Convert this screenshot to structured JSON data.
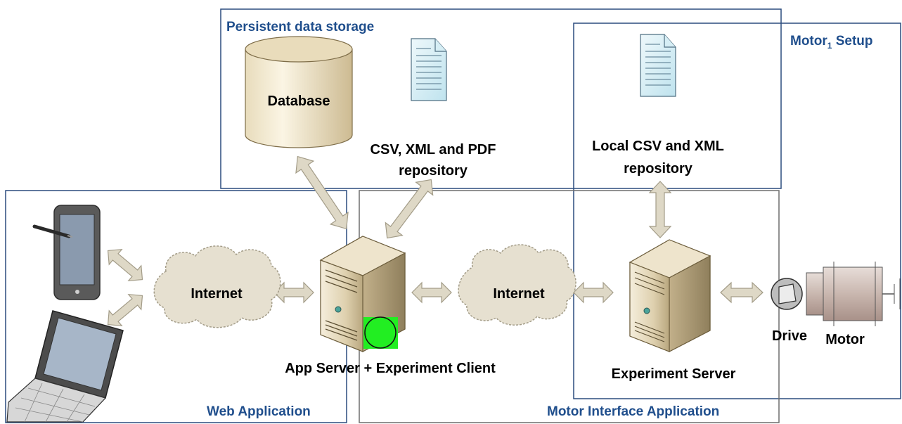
{
  "groups": {
    "persistent": {
      "title": "Persistent data storage"
    },
    "motor_setup": {
      "title": "Motor",
      "subscript": "1",
      "title_suffix": " Setup"
    },
    "web_app": {
      "title": "Web Application"
    },
    "motor_interface": {
      "title": "Motor Interface Application"
    }
  },
  "nodes": {
    "database": {
      "label": "Database"
    },
    "csv_repo": {
      "line1": "CSV, XML and PDF",
      "line2": "repository"
    },
    "local_repo": {
      "line1": "Local CSV and XML",
      "line2": "repository"
    },
    "internet_left": {
      "label": "Internet"
    },
    "internet_right": {
      "label": "Internet"
    },
    "app_server": {
      "label": "App Server + Experiment Client"
    },
    "experiment_server": {
      "label": "Experiment Server"
    },
    "drive": {
      "label": "Drive"
    },
    "motor": {
      "label": "Motor"
    }
  },
  "colors": {
    "group_border_blue": "#2b4c7e",
    "group_border_gray": "#6e6e6e",
    "group_title": "#1f4e8c",
    "arrow_fill": "#ded8c6",
    "arrow_stroke": "#a39c88",
    "cloud_fill": "#e6e0d0",
    "server_fill": "#d8c9a8",
    "status_dot": "#22ee22"
  }
}
